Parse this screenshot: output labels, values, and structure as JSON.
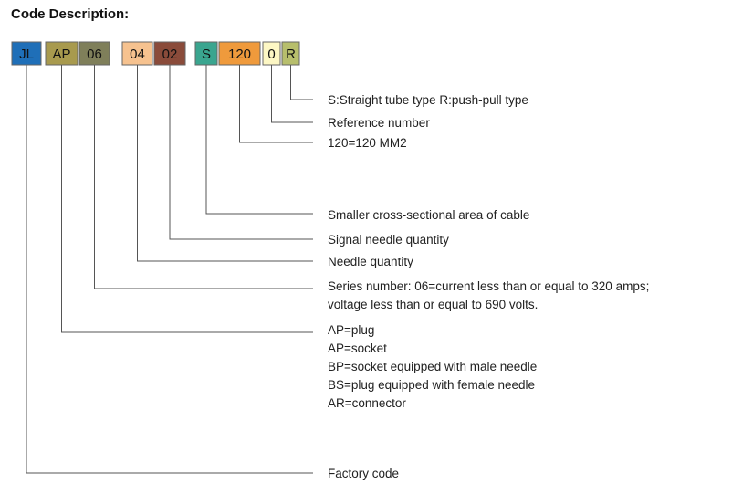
{
  "title": "Code Description:",
  "segments": [
    {
      "code": "JL",
      "color": "#1f6fb8",
      "text_color": "#ffffff"
    },
    {
      "code": "AP",
      "color": "#a89a4e",
      "text_color": "#111111"
    },
    {
      "code": "06",
      "color": "#7f7f5a",
      "text_color": "#111111"
    },
    {
      "code": "04",
      "color": "#f6c28f",
      "text_color": "#111111"
    },
    {
      "code": "02",
      "color": "#8a4b3a",
      "text_color": "#ffffff"
    },
    {
      "code": "S",
      "color": "#3aa58f",
      "text_color": "#111111"
    },
    {
      "code": "120",
      "color": "#ef9a3c",
      "text_color": "#111111"
    },
    {
      "code": "0",
      "color": "#fdf7c4",
      "text_color": "#111111"
    },
    {
      "code": "R",
      "color": "#b7be6c",
      "text_color": "#111111"
    }
  ],
  "descriptions": [
    {
      "segment": "R",
      "lines": [
        "S:Straight tube type  R:push-pull type"
      ]
    },
    {
      "segment": "0",
      "lines": [
        "Reference number"
      ]
    },
    {
      "segment": "120",
      "lines": [
        "120=120 MM2"
      ]
    },
    {
      "segment": "S",
      "lines": [
        "Smaller cross-sectional area of cable"
      ]
    },
    {
      "segment": "02",
      "lines": [
        "Signal needle quantity"
      ]
    },
    {
      "segment": "04",
      "lines": [
        "Needle quantity"
      ]
    },
    {
      "segment": "06",
      "lines": [
        "Series number: 06=current less than or equal to 320 amps;",
        "voltage less than or equal to 690 volts."
      ]
    },
    {
      "segment": "AP",
      "lines": [
        "AP=plug",
        "AP=socket",
        "BP=socket equipped with male needle",
        "BS=plug equipped with female needle",
        "AR=connector"
      ]
    },
    {
      "segment": "JL",
      "lines": [
        "Factory code"
      ]
    }
  ]
}
